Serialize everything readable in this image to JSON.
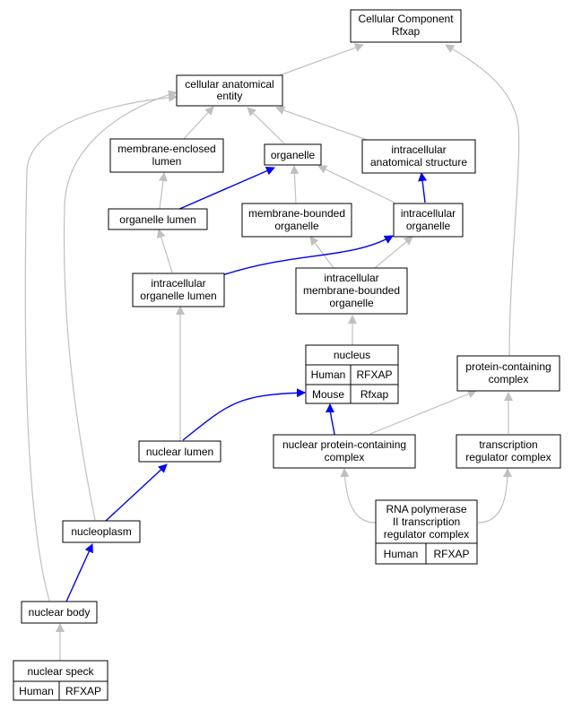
{
  "colors": {
    "edge_gray": "#c0c0c0",
    "edge_blue": "#0000ff",
    "human_cell": "#ff6347",
    "mouse_cell": "#add8e6"
  },
  "nodes": {
    "cellular_component": {
      "line1": "Cellular Component",
      "line2": "Rfxap"
    },
    "cellular_anatomical_entity": {
      "line1": "cellular anatomical",
      "line2": "entity"
    },
    "membrane_enclosed_lumen": {
      "line1": "membrane-enclosed",
      "line2": "lumen"
    },
    "organelle": {
      "line1": "organelle"
    },
    "intracellular_anatomical_structure": {
      "line1": "intracellular",
      "line2": "anatomical structure"
    },
    "organelle_lumen": {
      "line1": "organelle lumen"
    },
    "membrane_bounded_organelle": {
      "line1": "membrane-bounded",
      "line2": "organelle"
    },
    "intracellular_organelle": {
      "line1": "intracellular",
      "line2": "organelle"
    },
    "intracellular_organelle_lumen": {
      "line1": "intracellular",
      "line2": "organelle lumen"
    },
    "intracellular_membrane_bounded_organelle": {
      "line1": "intracellular",
      "line2": "membrane-bounded",
      "line3": "organelle"
    },
    "nucleus": {
      "line1": "nucleus",
      "human_label": "Human",
      "human_gene": "RFXAP",
      "mouse_label": "Mouse",
      "mouse_gene": "Rfxap"
    },
    "protein_containing_complex": {
      "line1": "protein-containing",
      "line2": "complex"
    },
    "nuclear_lumen": {
      "line1": "nuclear lumen"
    },
    "nuclear_protein_containing_complex": {
      "line1": "nuclear protein-containing",
      "line2": "complex"
    },
    "transcription_regulator_complex": {
      "line1": "transcription",
      "line2": "regulator complex"
    },
    "nucleoplasm": {
      "line1": "nucleoplasm"
    },
    "rna_pol_ii_tr_complex": {
      "line1": "RNA polymerase",
      "line2": "II transcription",
      "line3": "regulator complex",
      "human_label": "Human",
      "human_gene": "RFXAP"
    },
    "nuclear_body": {
      "line1": "nuclear body"
    },
    "nuclear_speck": {
      "line1": "nuclear speck",
      "human_label": "Human",
      "human_gene": "RFXAP"
    }
  }
}
